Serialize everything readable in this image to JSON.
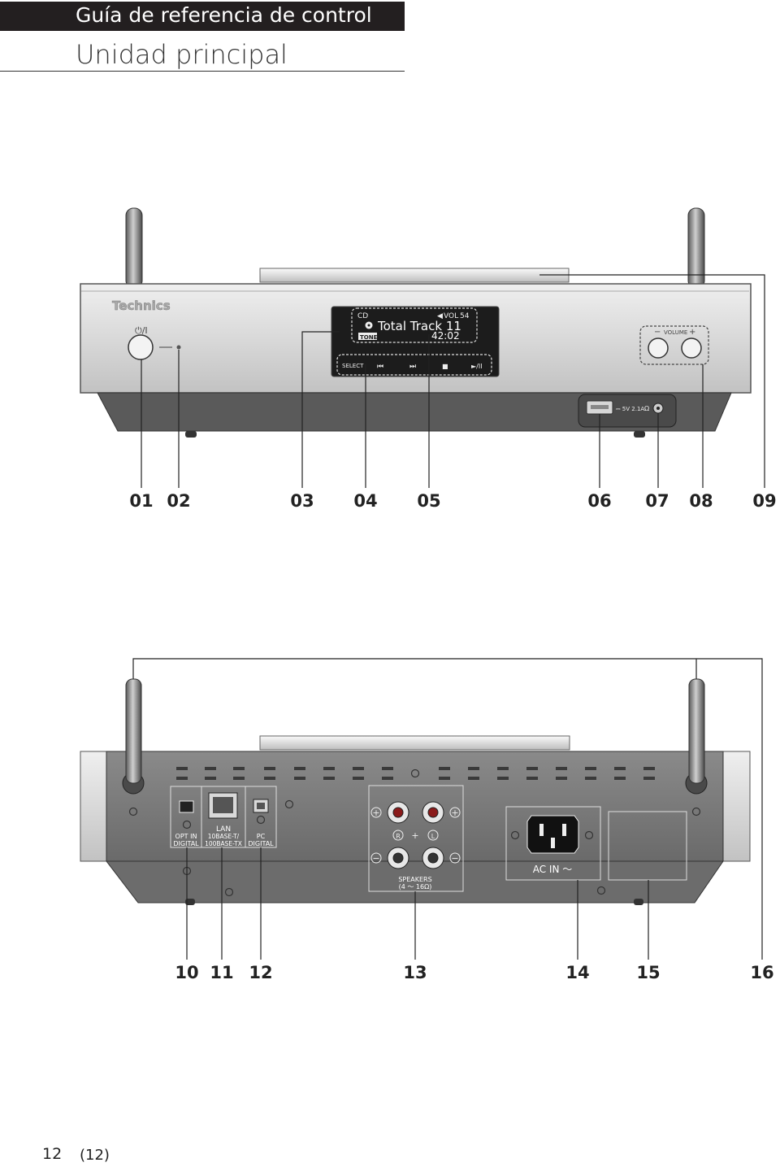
{
  "header": {
    "title": "Guía de referencia de control",
    "subtitle": "Unidad principal"
  },
  "front_panel": {
    "brand": "Technics",
    "power_symbol": "⏻/I",
    "display": {
      "source": "CD",
      "vol_label": "VOL",
      "vol_value": "54",
      "track_text": "Total Track 11",
      "tone_label": "TONE",
      "time": "42:02"
    },
    "buttons": {
      "select": "SELECT",
      "prev": "⏮",
      "next": "⏭",
      "stop": "■",
      "play_pause": "►/II"
    },
    "volume_label": "VOLUME",
    "volume_minus": "−",
    "volume_plus": "+",
    "usb_rating": "⎓ 5V 2.1A",
    "headphone_symbol": "Ω"
  },
  "rear_panel": {
    "opt_in_line1": "OPT IN",
    "opt_in_line2": "DIGITAL",
    "lan_line1": "LAN",
    "lan_line2": "10BASE-T/",
    "lan_line3": "100BASE-TX",
    "pc_line1": "PC",
    "pc_line2": "DIGITAL",
    "speaker_r": "R",
    "speaker_l": "L",
    "speakers_line1": "SPEAKERS",
    "speakers_line2": "(4 ～ 16Ω)",
    "ac_in": "AC IN ～"
  },
  "front_callouts": [
    "01",
    "02",
    "03",
    "04",
    "05",
    "06",
    "07",
    "08",
    "09"
  ],
  "rear_callouts": [
    "10",
    "11",
    "12",
    "13",
    "14",
    "15",
    "16"
  ],
  "footer": {
    "page": "12",
    "page_sub": "(12)"
  }
}
